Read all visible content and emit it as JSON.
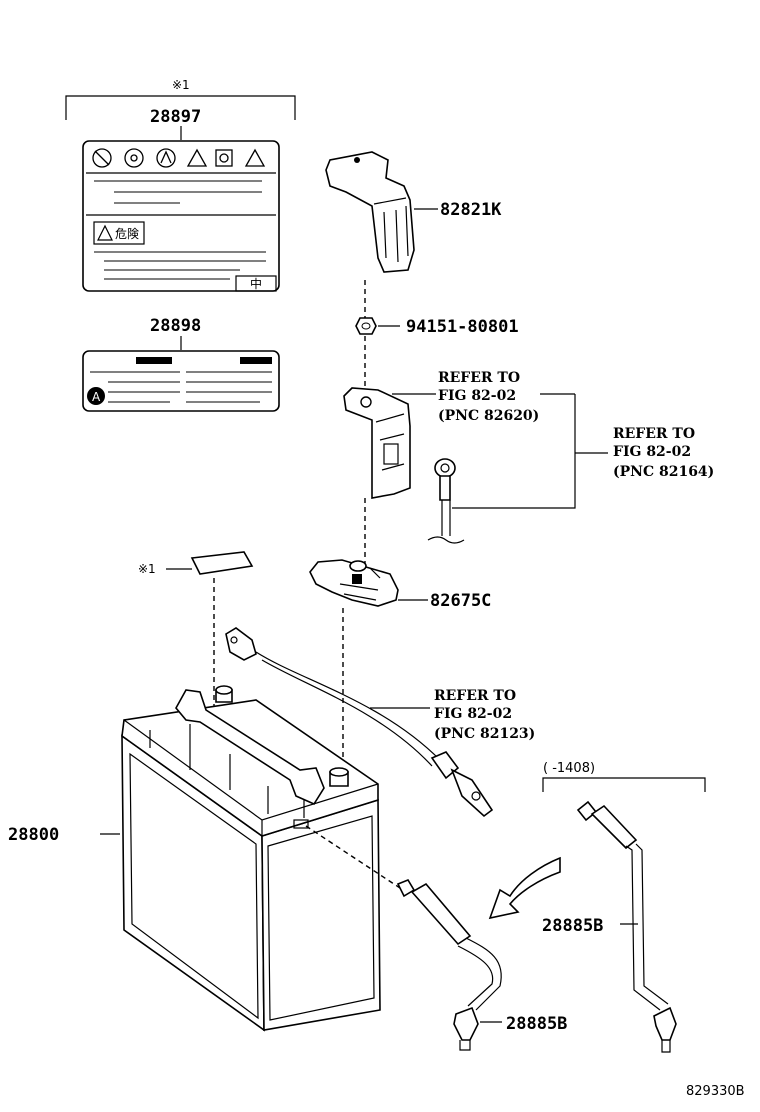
{
  "parts": {
    "label_main": "28897",
    "label_caution": "28898",
    "terminal_cover": "82821K",
    "nut": "94151-80801",
    "clamp": "82675C",
    "battery": "28800",
    "vent_hose_lower": "28885B",
    "vent_hose_right": "28885B"
  },
  "notes": {
    "note_mark_top": "※1",
    "note_mark_label": "※1",
    "date_range": "(      -1408)"
  },
  "label_icons": {
    "caution_kanji": "危険",
    "side_kanji": "中",
    "circle_a": "A"
  },
  "references": [
    {
      "l1": "REFER TO",
      "l2": "FIG 82-02",
      "l3": "(PNC 82620)"
    },
    {
      "l1": "REFER TO",
      "l2": "FIG 82-02",
      "l3": "(PNC 82164)"
    },
    {
      "l1": "REFER TO",
      "l2": "FIG 82-02",
      "l3": "(PNC 82123)"
    }
  ],
  "figure_id": "829330B"
}
